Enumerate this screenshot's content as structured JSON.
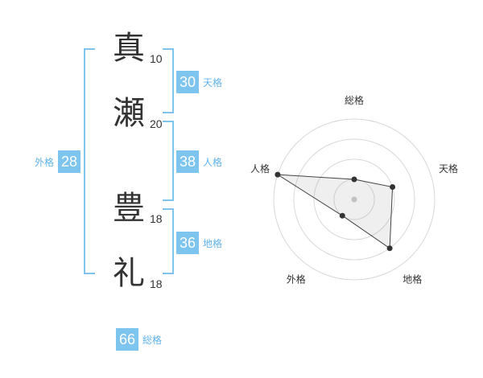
{
  "characters": [
    {
      "char": "真",
      "strokes": "10"
    },
    {
      "char": "瀬",
      "strokes": "20"
    },
    {
      "char": "豊",
      "strokes": "18"
    },
    {
      "char": "礼",
      "strokes": "18"
    }
  ],
  "scores": {
    "tenkaku": {
      "label": "天格",
      "value": "30"
    },
    "jinkaku": {
      "label": "人格",
      "value": "38"
    },
    "chikaku": {
      "label": "地格",
      "value": "36"
    },
    "gaikaku": {
      "label": "外格",
      "value": "28"
    },
    "soukaku": {
      "label": "総格",
      "value": "66"
    }
  },
  "radar": {
    "axes": [
      "総格",
      "天格",
      "地格",
      "外格",
      "人格"
    ],
    "levels": [
      1,
      2,
      3,
      4
    ],
    "values": [
      1,
      2,
      3,
      1,
      4
    ],
    "max": 4
  }
}
